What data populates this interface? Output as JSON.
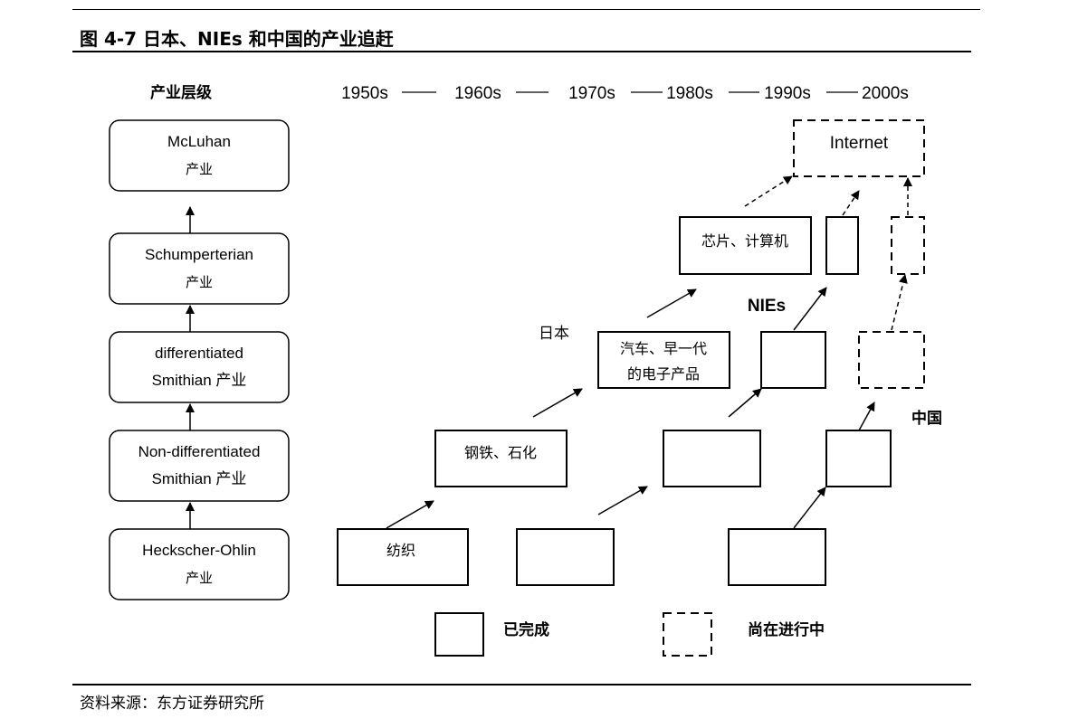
{
  "header": {
    "figure_title": "图 4-7 日本、NIEs 和中国的产业追赶"
  },
  "footer": {
    "source": "资料来源：东方证券研究所"
  },
  "hierarchy": {
    "heading": "产业层级",
    "levels": [
      {
        "line1": "McLuhan",
        "line2": "产业"
      },
      {
        "line1": "Schumperterian",
        "line2": "产业"
      },
      {
        "line1": "differentiated",
        "line2": "Smithian 产业"
      },
      {
        "line1": "Non-differentiated",
        "line2": "Smithian 产业"
      },
      {
        "line1": "Heckscher-Ohlin",
        "line2": "产业"
      }
    ]
  },
  "timeline": [
    "1950s",
    "1960s",
    "1970s",
    "1980s",
    "1990s",
    "2000s"
  ],
  "groups": {
    "japan": "日本",
    "nies": "NIEs",
    "china": "中国"
  },
  "industries": {
    "textile": "纺织",
    "steel": "钢铁、石化",
    "auto_line1": "汽车、早一代",
    "auto_line2": "的电子产品",
    "chips": "芯片、计算机",
    "internet": "Internet"
  },
  "legend": {
    "completed": "已完成",
    "in_progress": "尚在进行中"
  }
}
